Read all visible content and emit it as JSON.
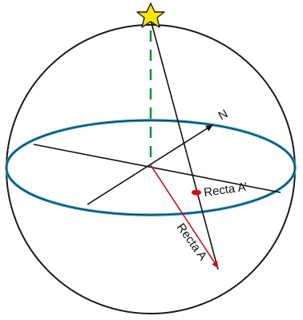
{
  "diagram": {
    "labels": {
      "north": "N",
      "line_a_prime": "Recta A’",
      "line_a": "Recta A"
    },
    "colors": {
      "sphere_outline": "#1a1a1a",
      "equator_ring": "#2a9bc8",
      "zenith_dashes": "#1f8a3c",
      "line_a": "#c4131b",
      "star_fill": "#ffe600",
      "point_fill": "#c4131b"
    },
    "icons": {
      "zenith_marker": "star-icon",
      "projection_point": "dot-icon"
    }
  }
}
